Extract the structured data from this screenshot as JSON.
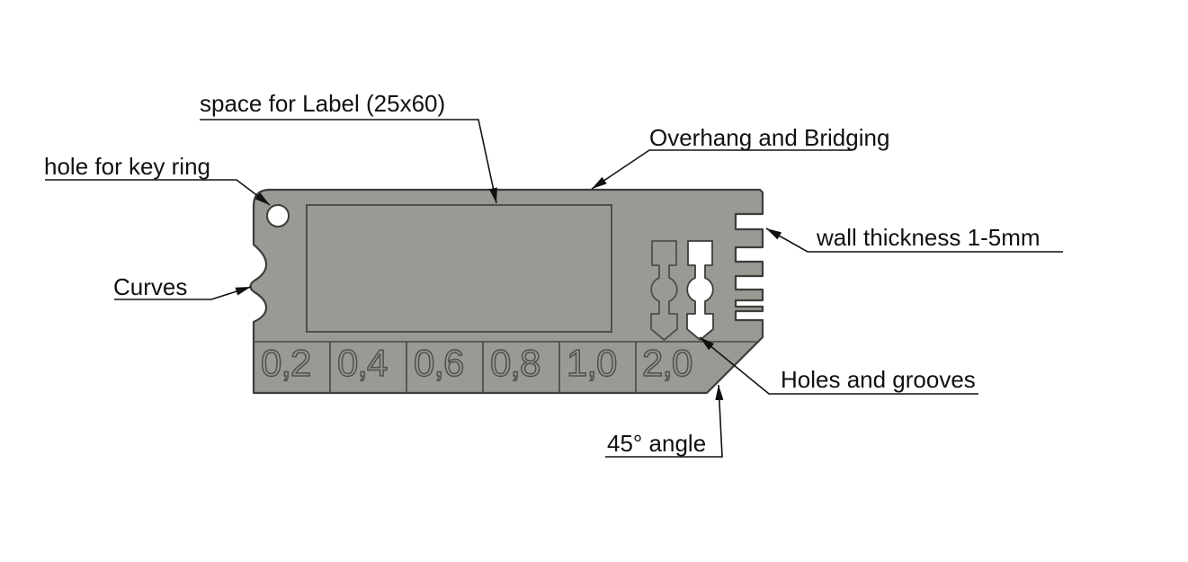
{
  "figure": {
    "type": "technical-annotated-drawing",
    "subject": "3D printing test key"
  },
  "colors": {
    "background": "#ffffff",
    "part_fill": "#9a9a95",
    "part_outline": "#3d3d3b",
    "engrave": "#50504b",
    "ink": "#111111"
  },
  "annotations": {
    "space_for_label": "space for Label (25x60)",
    "hole_for_key_ring": "hole for key ring",
    "overhang_bridging": "Overhang and Bridging",
    "wall_thickness": "wall thickness 1-5mm",
    "curves": "Curves",
    "holes_and_grooves": "Holes and grooves",
    "angle_45": "45° angle"
  },
  "layer_heights": [
    "0,2",
    "0,4",
    "0,6",
    "0,8",
    "1,0",
    "2,0"
  ]
}
